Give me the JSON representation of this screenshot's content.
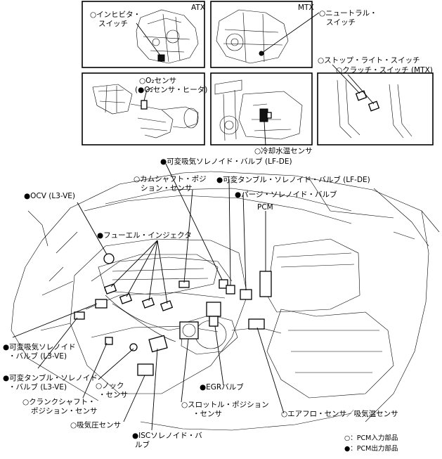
{
  "panels": {
    "atx_tag": "ATX",
    "mtx_tag": "MTX"
  },
  "labels": {
    "inhibitor_switch_l1": "○インヒビタ・",
    "inhibitor_switch_l2": "スイッチ",
    "neutral_switch_l1": "○ニュートラル・",
    "neutral_switch_l2": "スイッチ",
    "o2_sensor": "○O₂センサ",
    "o2_heater": "(●O₂センサ・ヒータ)",
    "stop_light_switch": "○ストップ・ライト・スイッチ",
    "clutch_switch": "○クラッチ・スイッチ (MTX)",
    "coolant_temp_sensor": "○冷却水温センサ",
    "variable_intake_lfde": "●可変吸気ソレノイド・バルブ (LF-DE)",
    "camshaft_pos_l1": "○カムシャフト・ポジ",
    "camshaft_pos_l2": "ション・センサ",
    "variable_tumble_lfde": "●可変タンブル・ソレノイド・バルブ (LF-DE)",
    "ocv": "●OCV (L3-VE)",
    "purge_solenoid": "●パージ・ソレノイド・バルブ",
    "pcm": "PCM",
    "fuel_injector": "●フューエル・インジェクタ",
    "variable_intake_l3ve_l1": "●可変吸気ソレノイド",
    "variable_intake_l3ve_l2": "・バルブ (L3-VE)",
    "variable_tumble_l3ve_l1": "●可変タンブル・ソレノイド",
    "variable_tumble_l3ve_l2": "・バルブ (L3-VE)",
    "knock_sensor_l1": "○ノック",
    "knock_sensor_l2": "・センサ",
    "crankshaft_pos_l1": "○クランクシャフト・",
    "crankshaft_pos_l2": "ポジション・センサ",
    "egr_valve": "●EGRバルブ",
    "throttle_pos_l1": "○スロットル・ポジション",
    "throttle_pos_l2": "・センサ",
    "airflow_sensor": "○エアフロ・センサ／吸気温センサ",
    "map_sensor": "○吸気圧センサ",
    "isc_valve_l1": "●ISCソレノイド・バ",
    "isc_valve_l2": "ルブ"
  },
  "legend": {
    "input": "○：PCM入力部品",
    "output": "●：PCM出力部品"
  }
}
